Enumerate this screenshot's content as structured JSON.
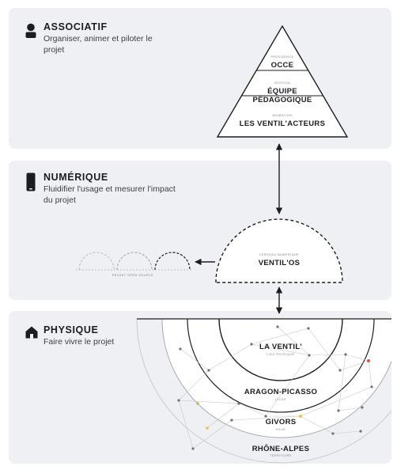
{
  "sections": {
    "associatif": {
      "title": "ASSOCIATIF",
      "desc": "Organiser, animer et piloter le projet",
      "icon": "person-icon"
    },
    "numerique": {
      "title": "NUMÉRIQUE",
      "desc": "Fluidifier l'usage et mesurer l'impact du projet",
      "icon": "smartphone-icon"
    },
    "physique": {
      "title": "PHYSIQUE",
      "desc": "Faire vivre le projet",
      "icon": "house-icon"
    }
  },
  "triangle": {
    "presidence": {
      "small": "PRÉSIDENCE",
      "big": "OCCE"
    },
    "gestion": {
      "small": "GESTION",
      "big1": "ÉQUIPE",
      "big2": "PÉDAGOGIQUE"
    },
    "animation": {
      "small": "ANIMATION",
      "big": "LES VENTIL'ACTEURS"
    }
  },
  "dome": {
    "small": "CERVEAU NUMÉRIQUE",
    "big": "VENTIL'OS"
  },
  "open_source": {
    "label": "PROJET OPEN SOURCE"
  },
  "rings": {
    "ventil": {
      "big": "LA VENTIL'",
      "small": "LIEU PHYSIQUE"
    },
    "lycee": {
      "big": "ARAGON-PICASSO",
      "small": "LYCÉE"
    },
    "ville": {
      "big": "GIVORS",
      "small": "VILLE"
    },
    "territoire": {
      "big": "RHÔNE-ALPES",
      "small": "TERRITOIRE"
    }
  },
  "colors": {
    "panel": "#eef0f3",
    "ink": "#1c1d20",
    "muted": "#a7aab0",
    "dot_red": "#d9533f",
    "dot_yellow": "#e9c445",
    "dot_olive": "#c4b24a"
  }
}
